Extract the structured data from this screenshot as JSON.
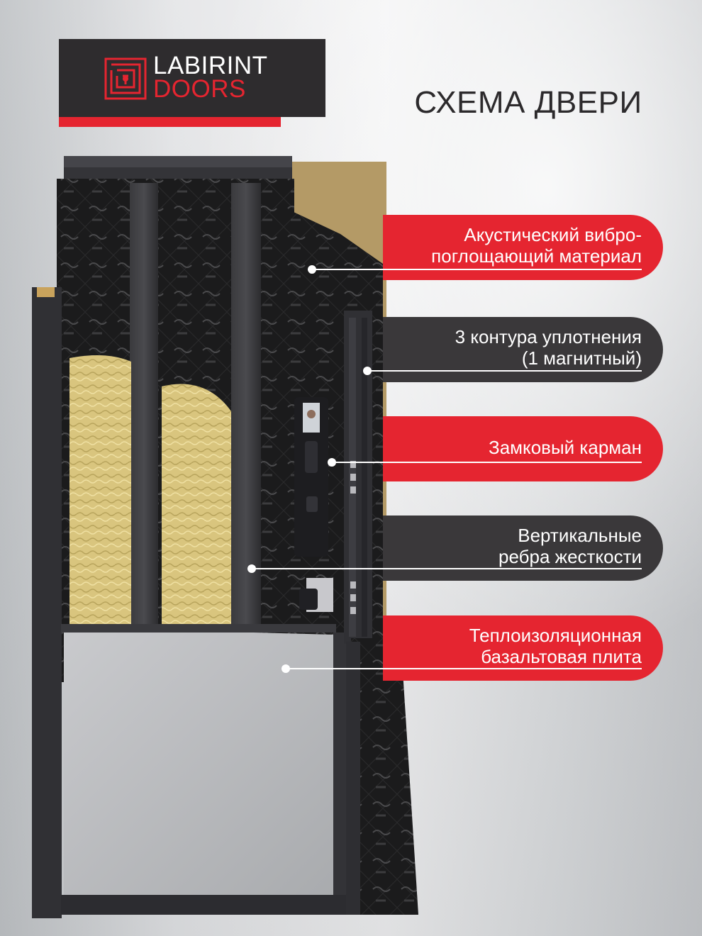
{
  "brand": {
    "name_line1": "LABIRINT",
    "name_line2": "DOORS",
    "icon": "labirint-maze-keyhole-logo",
    "colors": {
      "primary": "#e52530",
      "dark": "#2e2c2e"
    }
  },
  "title": "СХЕМА ДВЕРИ",
  "callouts": [
    {
      "line1": "Акустический вибро-",
      "line2": "поглощающий материал",
      "color": "#e52530"
    },
    {
      "line1": "3 контура уплотнения",
      "line2": "(1 магнитный)",
      "color": "#3a383a"
    },
    {
      "line1": "Замковый карман",
      "line2": "",
      "color": "#e52530"
    },
    {
      "line1": "Вертикальные",
      "line2": "ребра жесткости",
      "color": "#3a383a"
    },
    {
      "line1": "Теплоизоляционная",
      "line2": "базальтовая плита",
      "color": "#e52530"
    }
  ]
}
